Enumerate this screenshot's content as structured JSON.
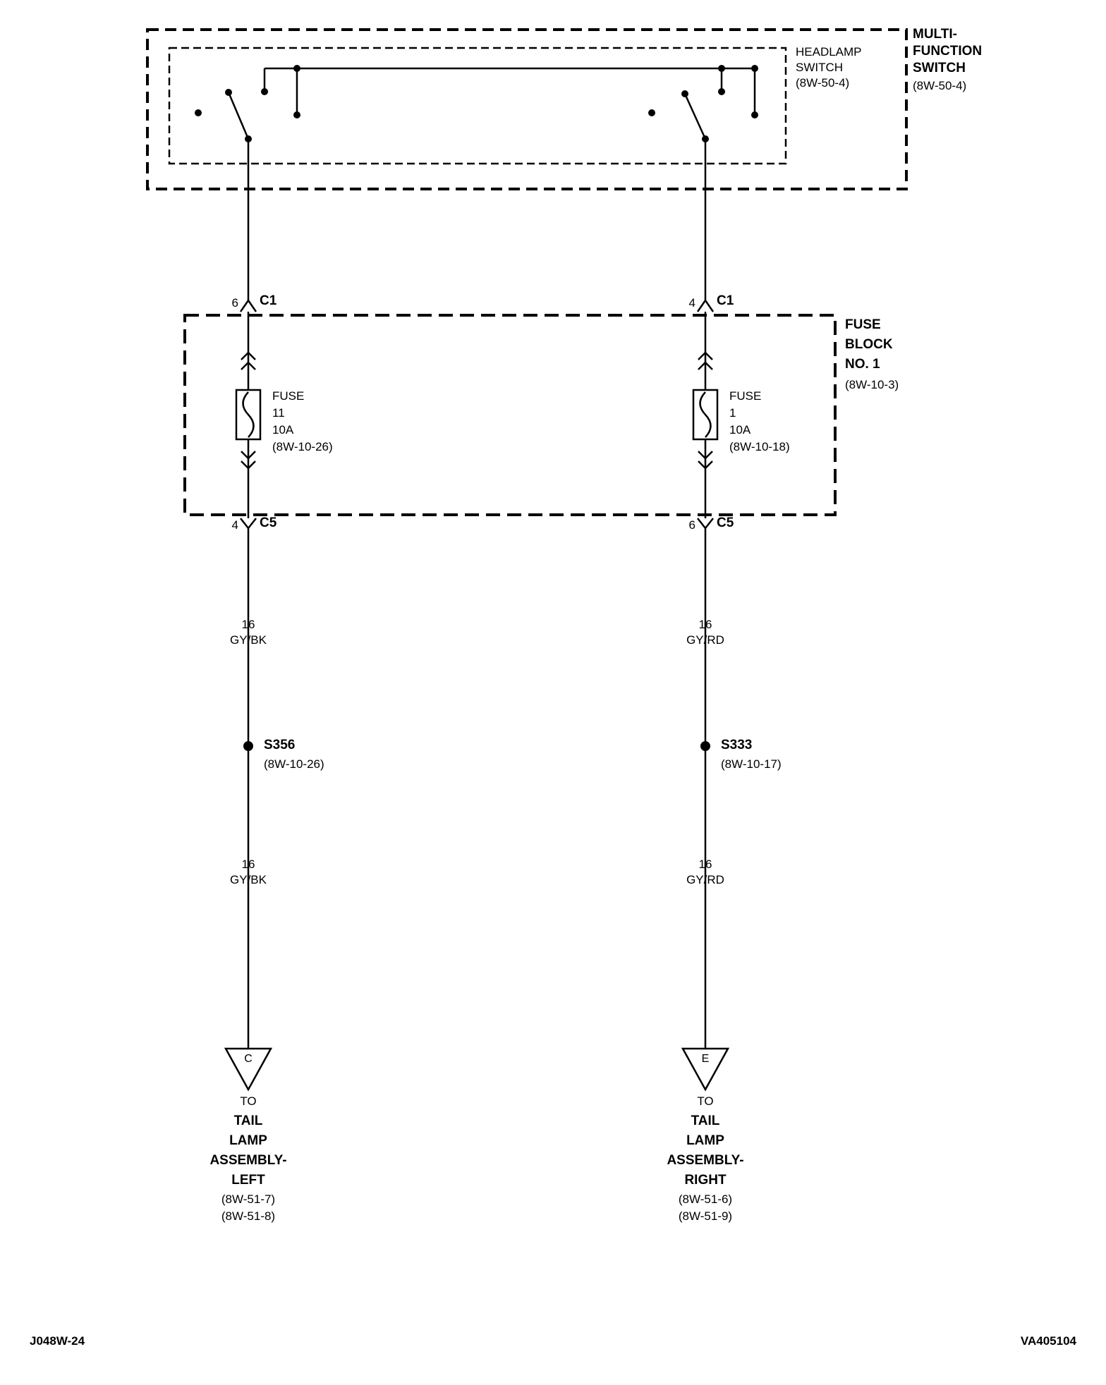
{
  "blocks": {
    "multi_function_switch": {
      "l1": "MULTI-",
      "l2": "FUNCTION",
      "l3": "SWITCH",
      "ref": "(8W-50-4)"
    },
    "headlamp_switch": {
      "l1": "HEADLAMP",
      "l2": "SWITCH",
      "ref": "(8W-50-4)"
    },
    "fuse_block": {
      "l1": "FUSE",
      "l2": "BLOCK",
      "l3": "NO. 1",
      "ref": "(8W-10-3)"
    }
  },
  "left": {
    "c1_pin": "6",
    "c1_label": "C1",
    "fuse": [
      "FUSE",
      "11",
      "10A",
      "(8W-10-26)"
    ],
    "c5_pin": "4",
    "c5_label": "C5",
    "wire_upper": {
      "gauge": "16",
      "color": "GY/BK"
    },
    "splice": {
      "name": "S356",
      "ref": "(8W-10-26)"
    },
    "wire_lower": {
      "gauge": "16",
      "color": "GY/BK"
    },
    "connector_letter": "C",
    "dest": [
      "TO",
      "TAIL",
      "LAMP",
      "ASSEMBLY-",
      "LEFT",
      "(8W-51-7)",
      "(8W-51-8)"
    ]
  },
  "right": {
    "c1_pin": "4",
    "c1_label": "C1",
    "fuse": [
      "FUSE",
      "1",
      "10A",
      "(8W-10-18)"
    ],
    "c5_pin": "6",
    "c5_label": "C5",
    "wire_upper": {
      "gauge": "16",
      "color": "GY/RD"
    },
    "splice": {
      "name": "S333",
      "ref": "(8W-10-17)"
    },
    "wire_lower": {
      "gauge": "16",
      "color": "GY/RD"
    },
    "connector_letter": "E",
    "dest": [
      "TO",
      "TAIL",
      "LAMP",
      "ASSEMBLY-",
      "RIGHT",
      "(8W-51-6)",
      "(8W-51-9)"
    ]
  },
  "footer": {
    "left_code": "J048W-24",
    "right_code": "VA405104"
  }
}
